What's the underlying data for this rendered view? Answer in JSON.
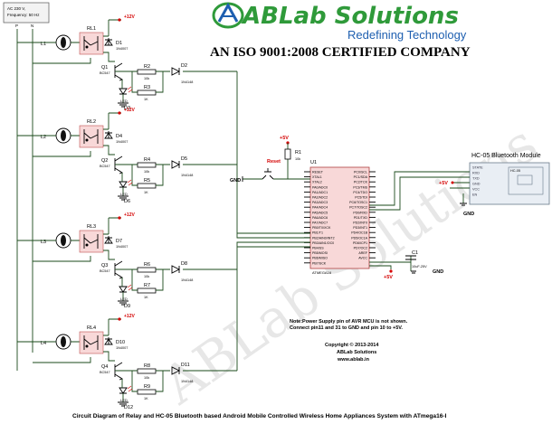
{
  "header": {
    "logo_main": "ABLab Solutions",
    "tagline": "Redefining Technology",
    "certification": "AN ISO 9001:2008 CERTIFIED COMPANY"
  },
  "watermark": "ABLab Solutions",
  "ac_source": {
    "line1": "AC 230 V,",
    "line2": "Frequency: 50 Hz",
    "p_label": "P",
    "n_label": "N"
  },
  "stages": [
    {
      "lamp": "L1",
      "relay": "RL1",
      "diode": "D1",
      "diode_part": "1N4007",
      "transistor": "Q1",
      "transistor_part": "BC547",
      "r_base": "R2",
      "r_base_val": "10k",
      "led_res": "R3",
      "led_res_val": "1K",
      "led": "D3",
      "led_type": "LED",
      "iso_diode": "D2",
      "iso_part": "1N4148",
      "vcc": "+12V"
    },
    {
      "lamp": "L2",
      "relay": "RL2",
      "diode": "D4",
      "diode_part": "1N4007",
      "transistor": "Q2",
      "transistor_part": "BC547",
      "r_base": "R4",
      "r_base_val": "10k",
      "led_res": "R5",
      "led_res_val": "1K",
      "led": "D6",
      "led_type": "LED",
      "iso_diode": "D5",
      "iso_part": "1N4148",
      "vcc": "+12V"
    },
    {
      "lamp": "L3",
      "relay": "RL3",
      "diode": "D7",
      "diode_part": "1N4007",
      "transistor": "Q3",
      "transistor_part": "BC547",
      "r_base": "R6",
      "r_base_val": "10k",
      "led_res": "R7",
      "led_res_val": "1K",
      "led": "D9",
      "led_type": "LED",
      "iso_diode": "D8",
      "iso_part": "1N4148",
      "vcc": "+12V"
    },
    {
      "lamp": "L4",
      "relay": "RL4",
      "diode": "D10",
      "diode_part": "1N4007",
      "transistor": "Q4",
      "transistor_part": "BC547",
      "r_base": "R8",
      "r_base_val": "10k",
      "led_res": "R9",
      "led_res_val": "1K",
      "led": "D12",
      "led_type": "LED",
      "iso_diode": "D11",
      "iso_part": "1N4148",
      "vcc": "+12V"
    }
  ],
  "mcu": {
    "ref": "U1",
    "part": "ATMEGA16",
    "left_pins": [
      "RESET",
      "XTAL1",
      "XTAL2",
      "PA0/ADC0",
      "PA1/ADC1",
      "PA2/ADC2",
      "PA3/ADC3",
      "PA4/ADC4",
      "PA5/ADC5",
      "PA6/ADC6",
      "PA7/ADC7",
      "PB0/T0/XCK",
      "PB1/T1",
      "PB2/AIN0/INT2",
      "PB3/AIN1/OC0",
      "PB4/SS",
      "PB5/MOSI",
      "PB6/MISO",
      "PB7/SCK"
    ],
    "right_pins": [
      "PC0/SCL",
      "PC1/SDA",
      "PC2/TCK",
      "PC3/TMS",
      "PC4/TDO",
      "PC5/TDI",
      "PC6/TOSC1",
      "PC7/TOSC2",
      "PD0/RXD",
      "PD1/TXD",
      "PD2/INT0",
      "PD3/INT1",
      "PD4/OC1B",
      "PD5/OC1A",
      "PD6/ICP1",
      "PD7/OC2",
      "AREF",
      "AVCC"
    ]
  },
  "reset": {
    "label": "Reset",
    "r_ref": "R1",
    "r_val": "10k",
    "vcc": "+5V",
    "gnd": "GND"
  },
  "cap": {
    "ref": "C1",
    "val": "10uF-25V",
    "gnd": "GND",
    "vcc": "+5V"
  },
  "bluetooth": {
    "title": "HC-05 Bluetooth Module",
    "pins": [
      "STATE",
      "RXD",
      "TXD",
      "GND",
      "VCC",
      "EN"
    ],
    "chip": "HC-05",
    "vcc": "+5V",
    "gnd": "GND"
  },
  "note": {
    "line1": "Note:Power Supply pin of AVR MCU is not shown.",
    "line2": "Connect pin11 and 31 to GND and pin 10 to +5V."
  },
  "copyright": {
    "line1": "Copyright © 2013-2014",
    "line2": "ABLab Solutions",
    "line3": "www.ablab.in"
  },
  "caption": "Circuit Diagram of Relay and HC-05 Bluetooth based Android Mobile Controlled Wireless Home Appliances System with ATmega16-I",
  "colors": {
    "accent_green": "#2f9a3a",
    "accent_blue": "#1e5fb0",
    "label_red": "#d40000",
    "wire": "#1a4a1a"
  }
}
